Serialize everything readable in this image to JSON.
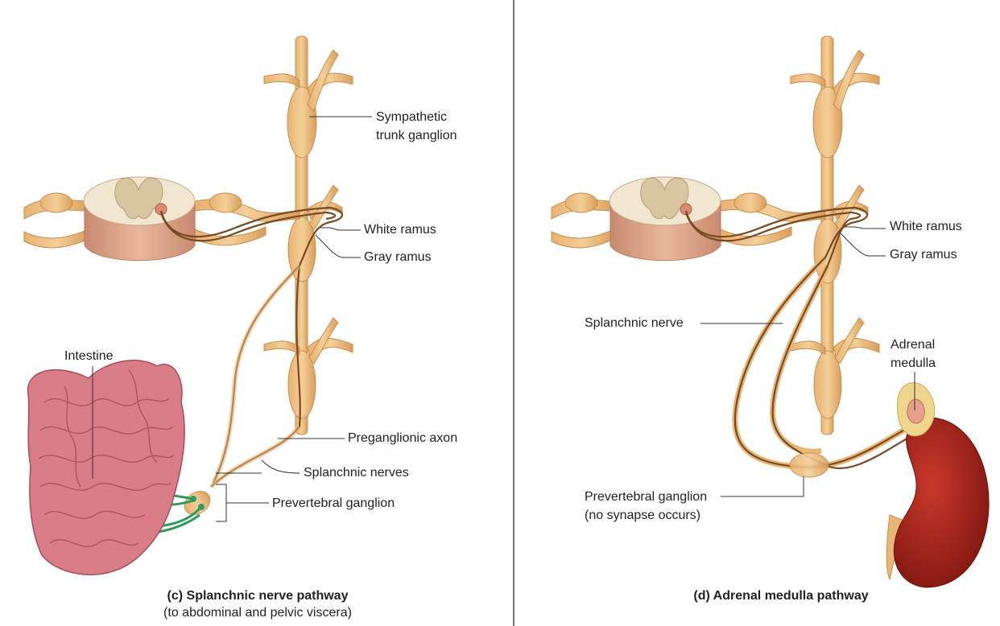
{
  "panel_c": {
    "labels": {
      "sympathetic_trunk_ganglion_1": "Sympathetic",
      "sympathetic_trunk_ganglion_2": "trunk ganglion",
      "white_ramus": "White ramus",
      "gray_ramus": "Gray ramus",
      "intestine": "Intestine",
      "preganglionic_axon": "Preganglionic axon",
      "splanchnic_nerves": "Splanchnic nerves",
      "prevertebral_ganglion": "Prevertebral ganglion"
    },
    "caption_title": "(c) Splanchnic nerve pathway",
    "caption_sub": "(to abdominal and pelvic viscera)"
  },
  "panel_d": {
    "labels": {
      "white_ramus": "White ramus",
      "gray_ramus": "Gray ramus",
      "splanchnic_nerve": "Splanchnic nerve",
      "adrenal_medulla_1": "Adrenal",
      "adrenal_medulla_2": "medulla",
      "prevertebral_ganglion_1": "Prevertebral ganglion",
      "prevertebral_ganglion_2": "(no synapse occurs)"
    },
    "caption_title": "(d) Adrenal medulla pathway"
  },
  "colors": {
    "nerve": "#e8b676",
    "axon": "#7a4a22",
    "cord_white": "#f1e6cf",
    "cord_gray": "#d9c6a0",
    "cord_side": "#dca488",
    "intestine": "#d97d88",
    "postganglionic": "#2f9a5c",
    "kidney": "#a8221a",
    "adrenal": "#f0d58c"
  }
}
